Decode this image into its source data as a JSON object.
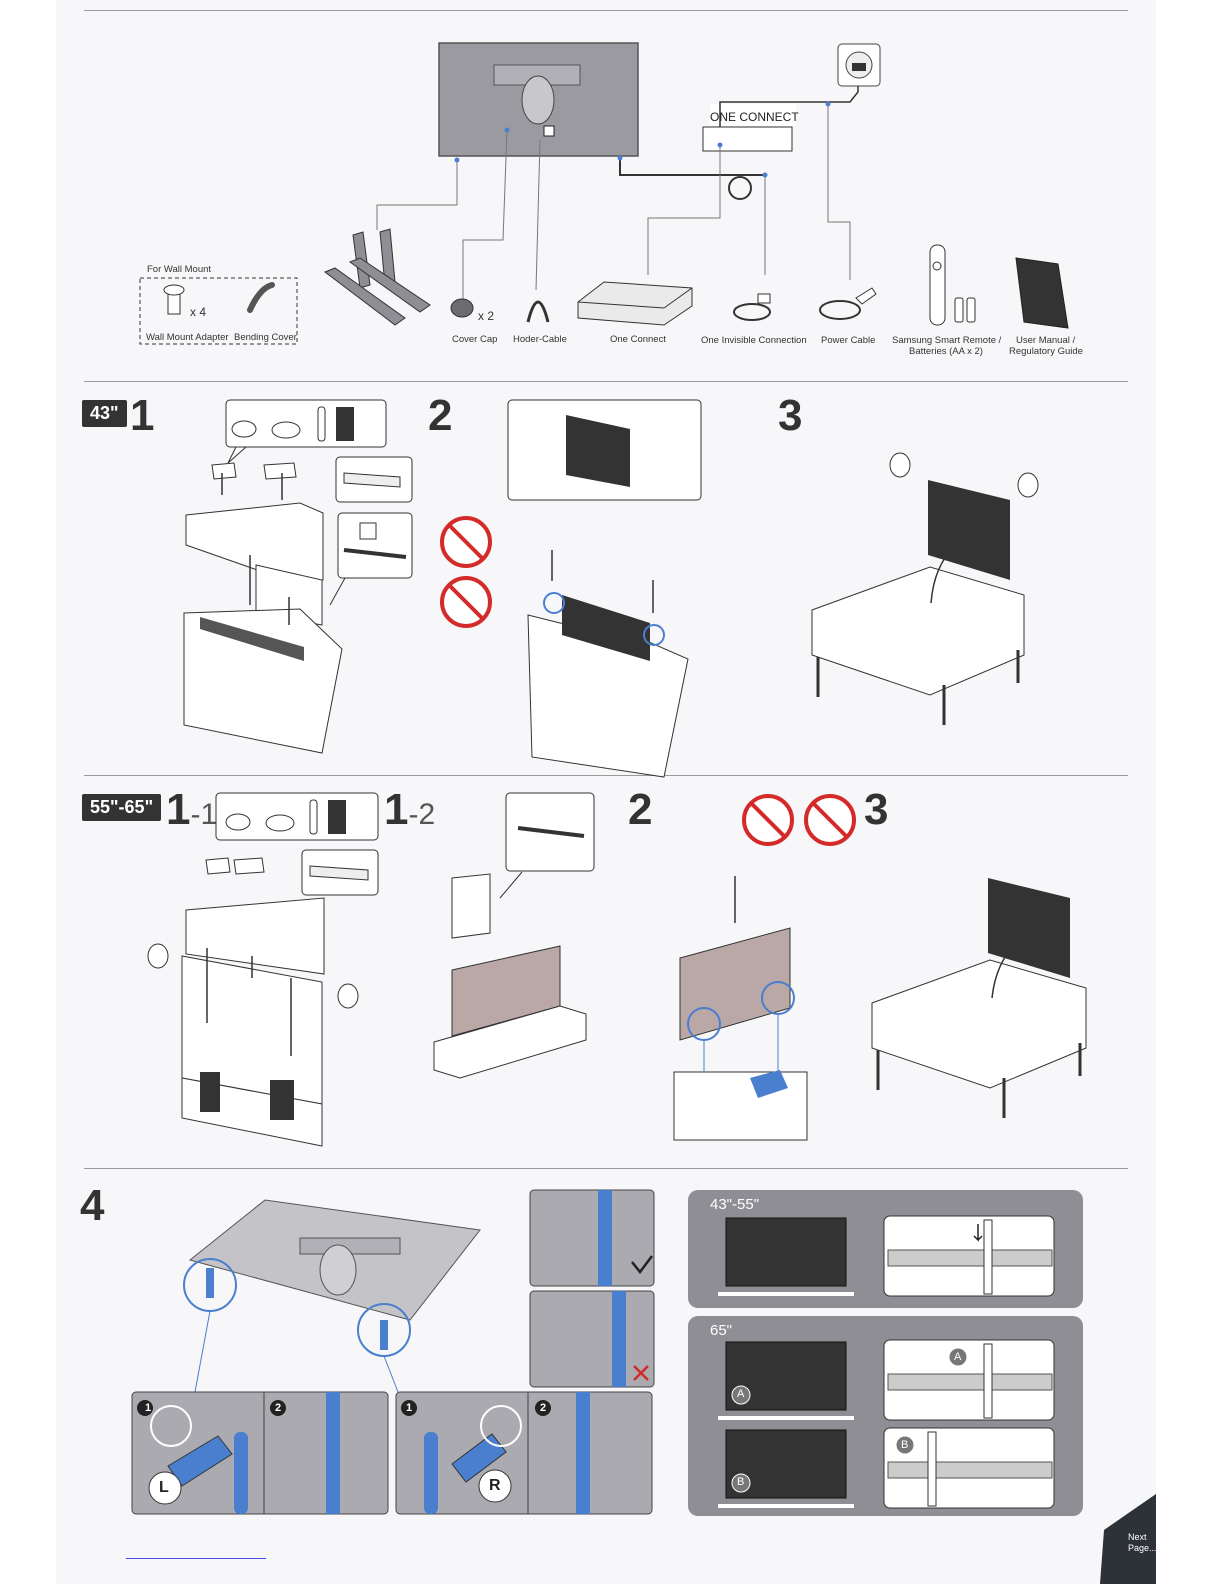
{
  "connection": {
    "one_connect_label": "ONE CONNECT"
  },
  "wall_mount": {
    "heading": "For Wall Mount",
    "adapter_qty": "x 4",
    "adapter_label": "Wall Mount Adapter",
    "cover_label": "Bending Cover"
  },
  "components": [
    {
      "label": "Cover Cap",
      "qty": "x 2"
    },
    {
      "label": "Hoder-Cable"
    },
    {
      "label": "One Connect"
    },
    {
      "label": "One Invisible Connection"
    },
    {
      "label": "Power Cable"
    },
    {
      "label": "Samsung Smart Remote /",
      "label2": "Batteries (AA x 2)"
    },
    {
      "label": "User Manual /",
      "label2": "Regulatory Guide"
    }
  ],
  "section_43": {
    "badge": "43\"",
    "steps": [
      "1",
      "2",
      "3"
    ],
    "ellipsis": "..."
  },
  "section_55": {
    "badge": "55\"-65\"",
    "step1_main": "1",
    "step1_sub": "-1",
    "step12_main": "1",
    "step12_sub": "-2",
    "step2": "2",
    "step3": "3",
    "ellipsis": "..."
  },
  "section_4": {
    "step": "4",
    "sub_steps": [
      "1",
      "2",
      "1",
      "2"
    ],
    "letters": {
      "left": "L",
      "right": "R",
      "a": "A",
      "b": "B"
    },
    "panel_43_55": "43\"-55\"",
    "panel_65": "65\""
  },
  "footer": {
    "next1": "Next",
    "next2": "Page..."
  },
  "colors": {
    "accent_blue": "#4a7fd0",
    "warning_red": "#d42a2a",
    "panel_grey": "#8e8e94"
  }
}
